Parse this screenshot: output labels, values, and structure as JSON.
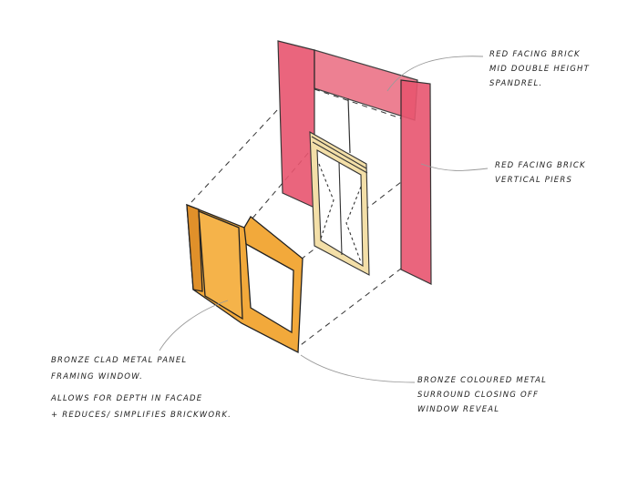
{
  "annotations": {
    "spandrel": {
      "lines": [
        "Red facing brick",
        "mid double height",
        "spandrel."
      ]
    },
    "piers": {
      "lines": [
        "Red facing brick",
        "vertical piers"
      ]
    },
    "panel": {
      "lines": [
        "Bronze clad metal panel",
        "framing window.",
        "Allows for depth in facade",
        "+ reduces/ simplifies brickwork."
      ]
    },
    "surround": {
      "lines": [
        "Bronze coloured metal",
        "surround closing off",
        "window reveal"
      ]
    }
  },
  "colors": {
    "brick": "#e8556f",
    "bronze": "#f2a93b",
    "frame": "#f3dfa8",
    "ink": "#222222"
  }
}
